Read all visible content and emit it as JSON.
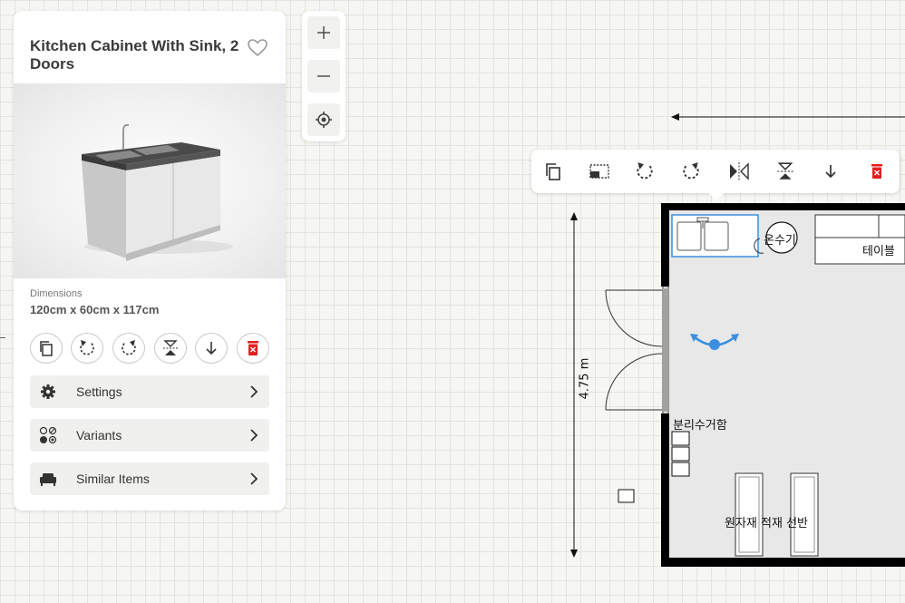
{
  "panel": {
    "title": "Kitchen Cabinet With Sink, 2 Doors",
    "dimensions_label": "Dimensions",
    "dimensions_value": "120cm x 60cm x 117cm",
    "actions": [
      {
        "name": "duplicate",
        "icon": "copy-icon"
      },
      {
        "name": "rotate-left",
        "icon": "rotate-left-icon"
      },
      {
        "name": "rotate-right",
        "icon": "rotate-right-icon"
      },
      {
        "name": "flip-vertical",
        "icon": "flip-vertical-icon"
      },
      {
        "name": "move-down",
        "icon": "arrow-down-icon"
      },
      {
        "name": "delete",
        "icon": "trash-icon"
      }
    ],
    "menu": [
      {
        "label": "Settings",
        "icon": "gear-icon"
      },
      {
        "label": "Variants",
        "icon": "variants-icon"
      },
      {
        "label": "Similar Items",
        "icon": "sofa-icon"
      }
    ]
  },
  "zoom": {
    "in": "zoom-in",
    "out": "zoom-out",
    "center": "locate"
  },
  "toolbar": {
    "items": [
      "copy-icon",
      "select-area-icon",
      "rotate-left-icon",
      "rotate-right-icon",
      "flip-horizontal-icon",
      "flip-vertical-icon",
      "arrow-down-icon",
      "trash-icon"
    ]
  },
  "plan": {
    "dimension": "4.75 m",
    "labels": {
      "water_heater": "온수기",
      "table": "테이블",
      "recycling": "분리수거함",
      "shelves": "원자재 적재 선반"
    }
  },
  "colors": {
    "accent": "#3b8fe0",
    "delete": "#e02020",
    "wall": "#000000",
    "floor": "#e8e8e8"
  }
}
